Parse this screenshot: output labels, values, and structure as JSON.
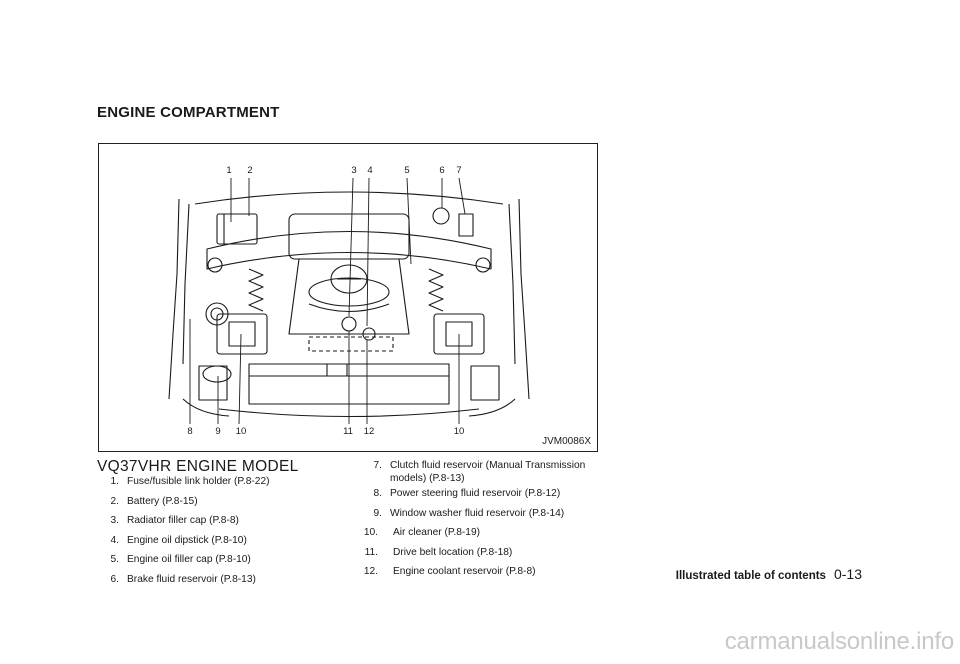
{
  "section_title": "ENGINE COMPARTMENT",
  "figure": {
    "code": "JVM0086X",
    "top_callouts": [
      "1",
      "2",
      "3",
      "4",
      "5",
      "6",
      "7"
    ],
    "bottom_callouts": [
      "8",
      "9",
      "10",
      "11",
      "12",
      "10"
    ]
  },
  "model_title": "VQ37VHR ENGINE MODEL",
  "items_left": [
    {
      "num": "1.",
      "text": "Fuse/fusible link holder (P.8-22)"
    },
    {
      "num": "2.",
      "text": "Battery (P.8-15)"
    },
    {
      "num": "3.",
      "text": "Radiator filler cap (P.8-8)"
    },
    {
      "num": "4.",
      "text": "Engine oil dipstick (P.8-10)"
    },
    {
      "num": "5.",
      "text": "Engine oil filler cap (P.8-10)"
    },
    {
      "num": "6.",
      "text": "Brake fluid reservoir (P.8-13)"
    }
  ],
  "items_right": [
    {
      "num": "7.",
      "text": "Clutch fluid reservoir (Manual Transmission models) (P.8-13)"
    },
    {
      "num": "8.",
      "text": "Power steering fluid reservoir (P.8-12)"
    },
    {
      "num": "9.",
      "text": "Window washer fluid reservoir (P.8-14)"
    },
    {
      "num": "10.",
      "text": "Air cleaner (P.8-19)"
    },
    {
      "num": "11.",
      "text": "Drive belt location (P.8-18)"
    },
    {
      "num": "12.",
      "text": "Engine coolant reservoir (P.8-8)"
    }
  ],
  "footer": {
    "section": "Illustrated table of contents",
    "page": "0-13"
  },
  "watermark": "carmanualsonline.info"
}
